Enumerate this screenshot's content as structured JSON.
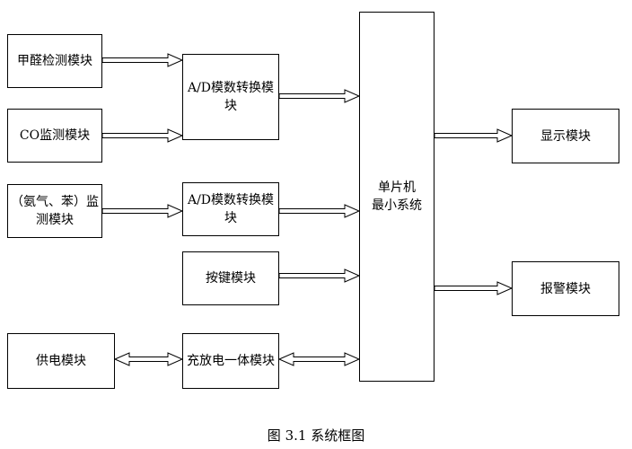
{
  "blocks": {
    "formaldehyde": "甲醛检测模块",
    "co": "CO监测模块",
    "ammonia_benzene": "（氨气、苯）监\n测模块",
    "adc_1": "A/D模数转换模\n块",
    "adc_2": "A/D模数转换模\n块",
    "keypad": "按键模块",
    "power": "供电模块",
    "charge": "充放电一体模块",
    "mcu": "单片机\n最小系统",
    "display": "显示模块",
    "alarm": "报警模块"
  },
  "caption": "图 3.1  系统框图"
}
